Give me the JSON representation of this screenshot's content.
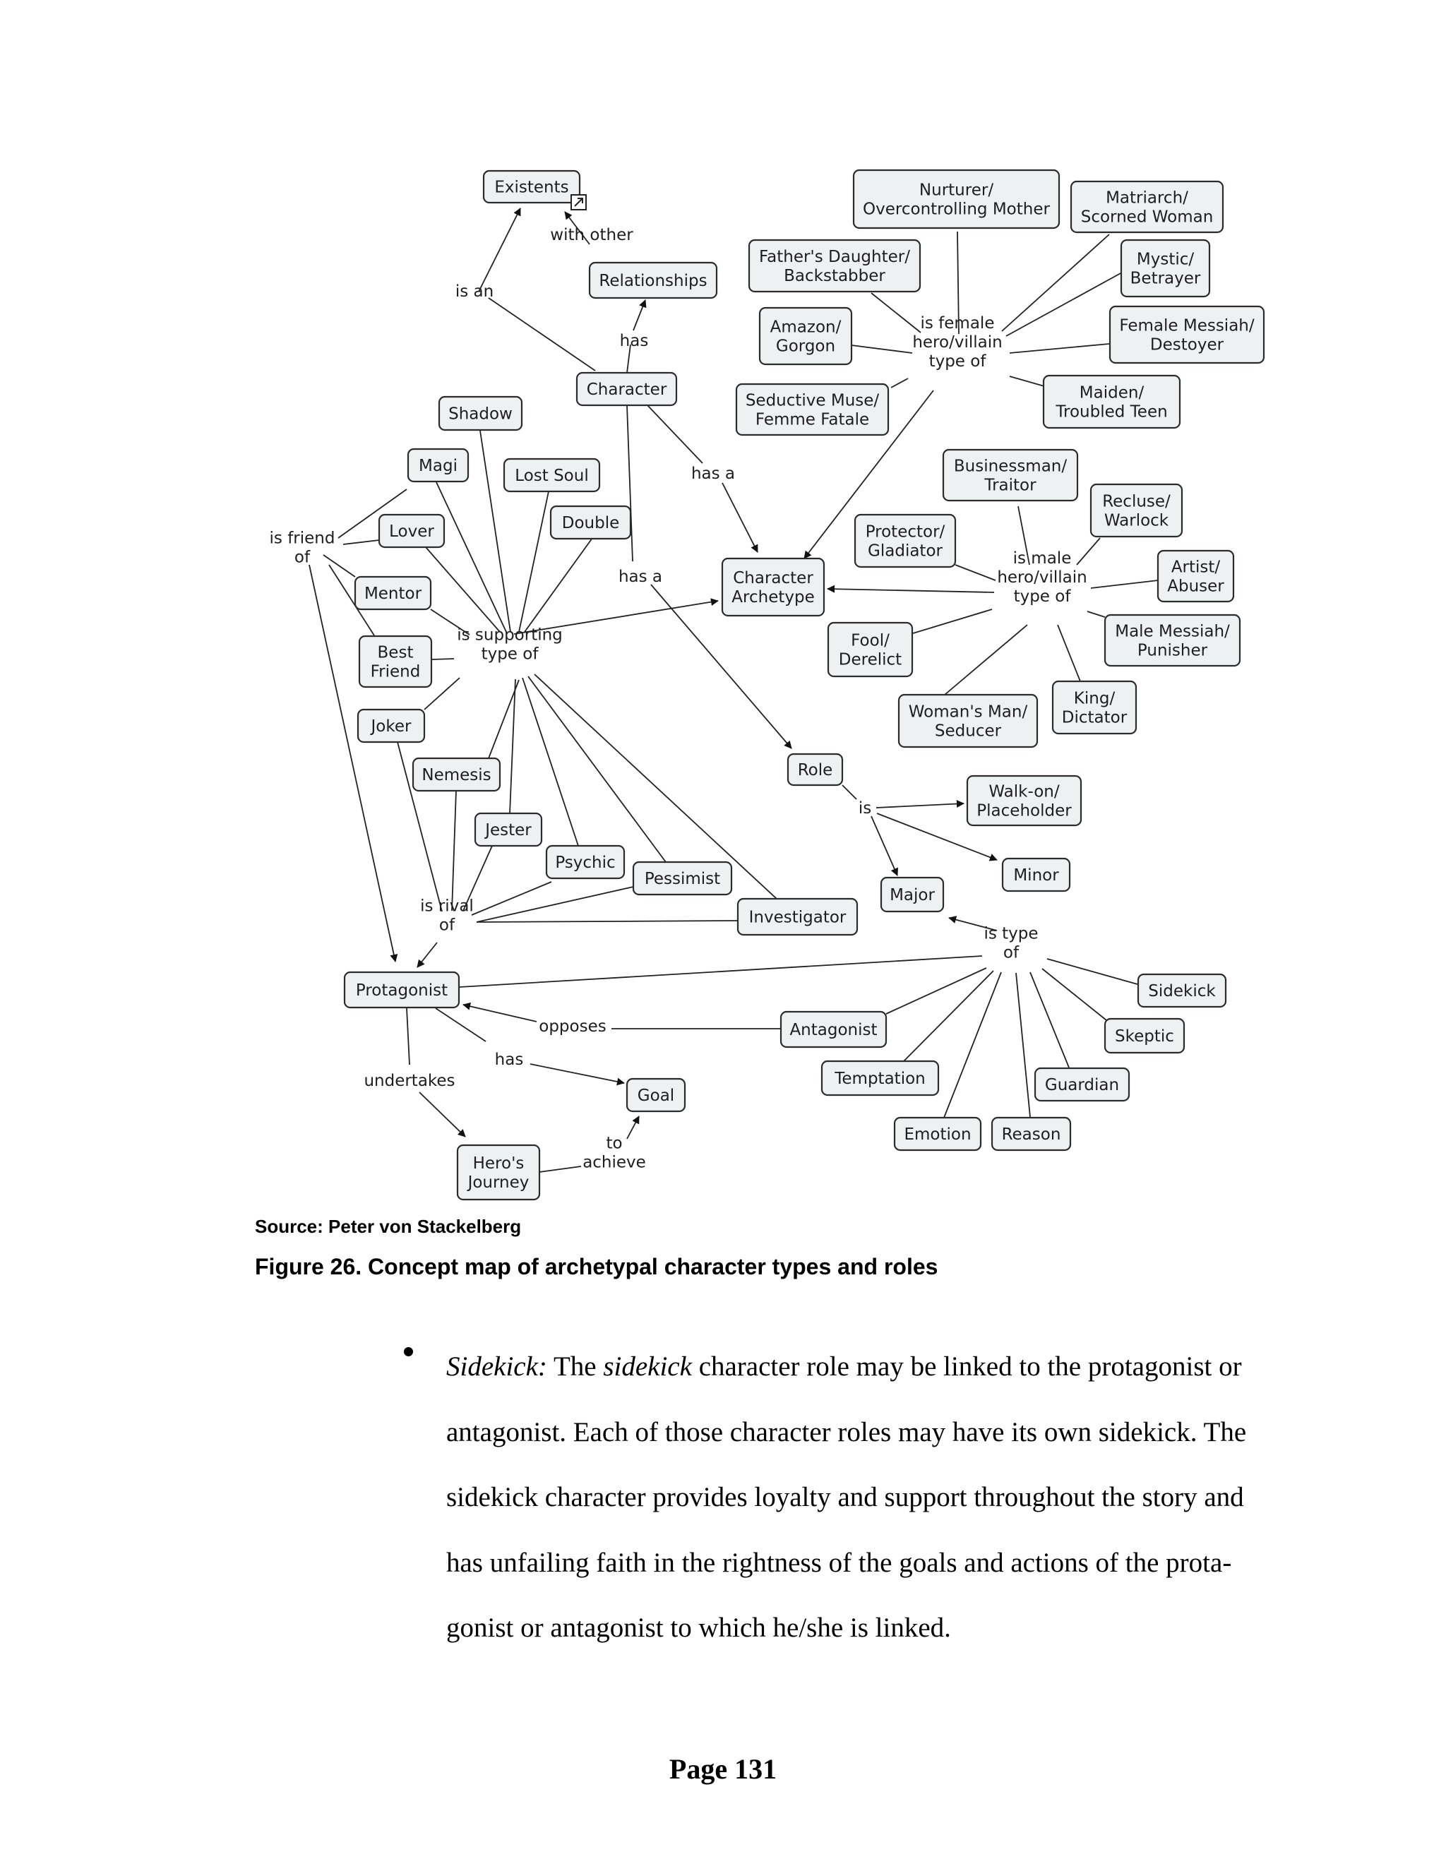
{
  "figure": {
    "nodes": {
      "existents": "Existents",
      "relationships": "Relationships",
      "character": "Character",
      "nurturer": "Nurturer/ Overcontrolling Mother",
      "matriarch": "Matriarch/ Scorned Woman",
      "fathers_daughter": "Father's Daughter/ Backstabber",
      "mystic": "Mystic/ Betrayer",
      "amazon": "Amazon/ Gorgon",
      "female_messiah": "Female Messiah/ Destoyer",
      "seductive_muse": "Seductive Muse/ Femme Fatale",
      "maiden": "Maiden/ Troubled Teen",
      "shadow": "Shadow",
      "magi": "Magi",
      "lost_soul": "Lost Soul",
      "double": "Double",
      "lover": "Lover",
      "mentor": "Mentor",
      "best_friend": "Best Friend",
      "joker": "Joker",
      "nemesis": "Nemesis",
      "jester": "Jester",
      "psychic": "Psychic",
      "pessimist": "Pessimist",
      "investigator": "Investigator",
      "character_archetype": "Character Archetype",
      "businessman": "Businessman/ Traitor",
      "recluse": "Recluse/ Warlock",
      "protector": "Protector/ Gladiator",
      "artist": "Artist/ Abuser",
      "fool": "Fool/ Derelict",
      "male_messiah": "Male Messiah/ Punisher",
      "womans_man": "Woman's Man/ Seducer",
      "king": "King/ Dictator",
      "role": "Role",
      "walk_on": "Walk-on/ Placeholder",
      "minor": "Minor",
      "major": "Major",
      "protagonist": "Protagonist",
      "sidekick": "Sidekick",
      "antagonist": "Antagonist",
      "skeptic": "Skeptic",
      "temptation": "Temptation",
      "guardian": "Guardian",
      "goal": "Goal",
      "emotion": "Emotion",
      "reason": "Reason",
      "heros_journey": "Hero's Journey"
    },
    "links": {
      "is_an": "is an",
      "with_other": "with other",
      "has_relationships": "has",
      "has_a_archetype": "has a",
      "has_a_role": "has a",
      "is_female": "is female hero/villain type of",
      "is_male": "is male hero/villain type of",
      "is_friend_of": "is friend of",
      "is_supporting": "is supporting type of",
      "is_rival_of": "is rival of",
      "role_is": "is",
      "is_type_of": "is type of",
      "opposes": "opposes",
      "has_goal": "has",
      "undertakes": "undertakes",
      "to_achieve": "to achieve"
    }
  },
  "source": "Source: Peter von Stackelberg",
  "caption": "Figure 26. Concept map of archetypal character types and roles",
  "bullet": {
    "term": "Sidekick:",
    "body_lines": [
      "The sidekick character role may be linked to the protagonist or",
      "antagonist. Each of those character roles may have its own sidekick. The",
      "sidekick character provides loyalty and support throughout the story and",
      "has unfailing faith in the rightness of the goals and actions of the prota-",
      "gonist or antagonist to which he/she is linked."
    ],
    "emphasis_word": "sidekick"
  },
  "page_number": "Page 131"
}
